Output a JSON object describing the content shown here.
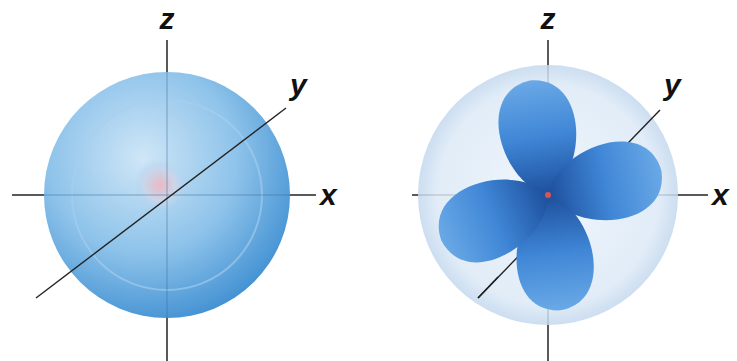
{
  "diagram": {
    "labels": [
      "z",
      "y",
      "x",
      "z",
      "y",
      "x"
    ]
  }
}
